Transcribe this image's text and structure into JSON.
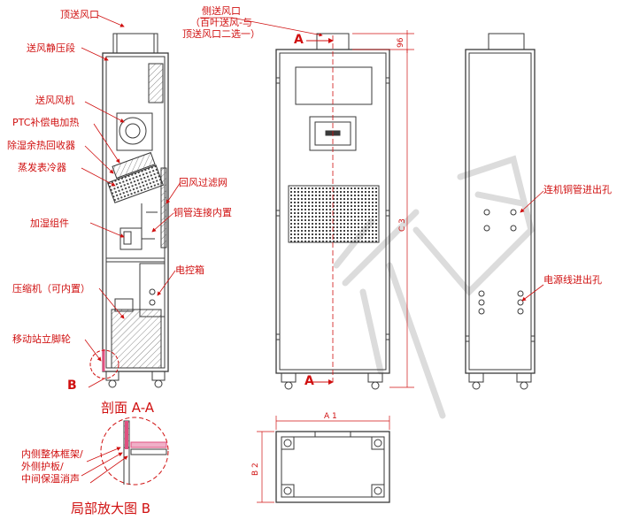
{
  "labels": {
    "top_outlet": "顶送风口",
    "side_outlet_1": "侧送风口",
    "side_outlet_2": "（百叶送风-与",
    "side_outlet_3": "顶送风口二选一）",
    "plenum": "送风静压段",
    "fan": "送风风机",
    "ptc": "PTC补偿电加热",
    "recovery": "除湿余热回收器",
    "evaporator": "蒸发表冷器",
    "filter": "回风过滤网",
    "copper_inner": "铜管连接内置",
    "humidifier": "加湿组件",
    "control_box": "电控箱",
    "compressor": "压缩机（可内置）",
    "caster": "移动站立脚轮",
    "copper_inlet": "连机铜管进出孔",
    "power_inlet": "电源线进出孔",
    "detail_1": "内侧整体框架/",
    "detail_2": "外侧护板/",
    "detail_3": "中间保温消声"
  },
  "markers": {
    "section_a_top": "A",
    "section_a_bottom": "A",
    "detail_b": "B",
    "dim_96": "96",
    "dim_c3": "C 3",
    "dim_a1": "A 1",
    "dim_b2": "B 2"
  },
  "titles": {
    "section": "剖面 A-A",
    "detail": "局部放大图 B"
  },
  "colors": {
    "line": "#3a3a3a",
    "annotation": "#d01010",
    "accent_pink": "#e05080",
    "watermark": "#d8d8d8"
  }
}
